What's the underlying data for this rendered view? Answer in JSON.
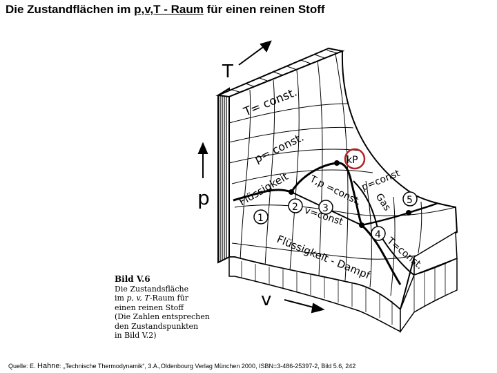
{
  "title": {
    "prefix": "Die Zustandflächen im ",
    "emphasis": "p,v,T - Raum",
    "suffix": " für einen reinen Stoff"
  },
  "diagram": {
    "axis_t": "T",
    "axis_p": "p",
    "axis_v": "v",
    "label_t_const": "T= const.",
    "label_p_const_upper": "p= const.",
    "label_kp": "kP",
    "label_p_const_right": "p=const",
    "label_fluessigkeit": "Flüssigkeit",
    "label_tp_const": "T,p =const.",
    "label_v_const": "v=const",
    "label_gas": "Gas",
    "label_t_const_lower": "T=const.",
    "label_fluessigkeit_dampf": "Flüssigkeit - Dampf",
    "points": [
      "1",
      "2",
      "3",
      "4",
      "5"
    ],
    "highlight_color": "#b22222"
  },
  "caption": {
    "head": "Bild V.6",
    "line1": "Die Zustandsfläche",
    "line2_pre": "im ",
    "line2_vars": "p, v, T",
    "line2_post": "-Raum für",
    "line3": "einen reinen Stoff",
    "line4": "(Die Zahlen entsprechen",
    "line5": "den Zustandspunkten",
    "line6": "in Bild V.2)"
  },
  "source": {
    "pre": "Quelle: E. ",
    "name": "Hahne",
    "post": ": „Technische Thermodynamik“, 3.A.,Oldenbourg Verlag München 2000, ISBN=3-486-25397-2, Bild 5.6, 242"
  }
}
